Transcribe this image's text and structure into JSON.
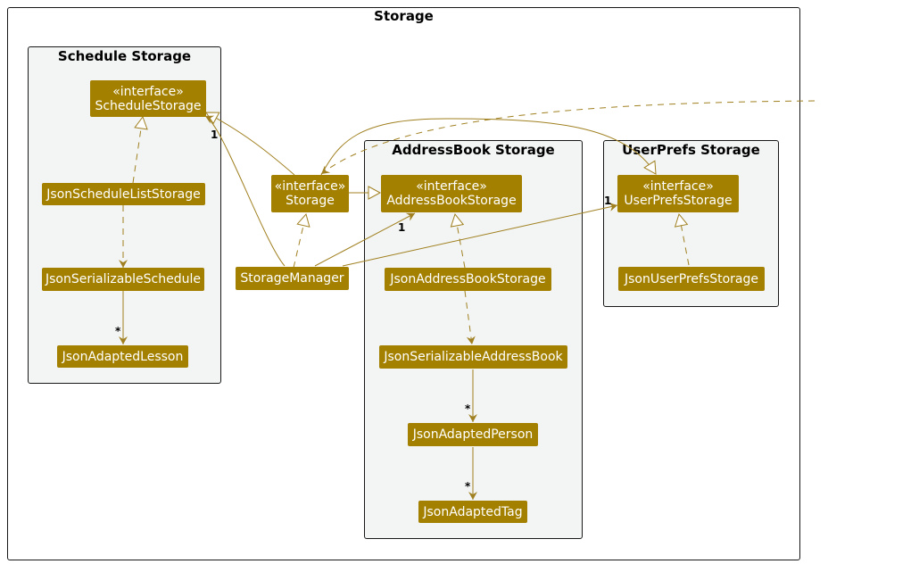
{
  "colors": {
    "class_fill": "#a38000",
    "class_text": "#ffffff",
    "edge": "#a08020",
    "package_fill": "#f3f5f4",
    "border": "#181818"
  },
  "packages": {
    "outer": "Storage",
    "schedule": "Schedule Storage",
    "address_book": "AddressBook Storage",
    "user_prefs": "UserPrefs Storage"
  },
  "classes": {
    "schedule_storage": {
      "stereotype": "«interface»",
      "name": "ScheduleStorage"
    },
    "json_schedule_list_storage": {
      "name": "JsonScheduleListStorage"
    },
    "json_serializable_schedule": {
      "name": "JsonSerializableSchedule"
    },
    "json_adapted_lesson": {
      "name": "JsonAdaptedLesson"
    },
    "storage": {
      "stereotype": "«interface»",
      "name": "Storage"
    },
    "storage_manager": {
      "name": "StorageManager"
    },
    "address_book_storage": {
      "stereotype": "«interface»",
      "name": "AddressBookStorage"
    },
    "json_address_book_storage": {
      "name": "JsonAddressBookStorage"
    },
    "json_serializable_address_book": {
      "name": "JsonSerializableAddressBook"
    },
    "json_adapted_person": {
      "name": "JsonAdaptedPerson"
    },
    "json_adapted_tag": {
      "name": "JsonAdaptedTag"
    },
    "user_prefs_storage": {
      "stereotype": "«interface»",
      "name": "UserPrefsStorage"
    },
    "json_user_prefs_storage": {
      "name": "JsonUserPrefsStorage"
    }
  },
  "multiplicities": {
    "manager_to_schedule": "1",
    "manager_to_address_book": "1",
    "manager_to_user_prefs": "1",
    "schedule_to_lesson": "*",
    "address_book_to_person": "*",
    "person_to_tag": "*"
  }
}
